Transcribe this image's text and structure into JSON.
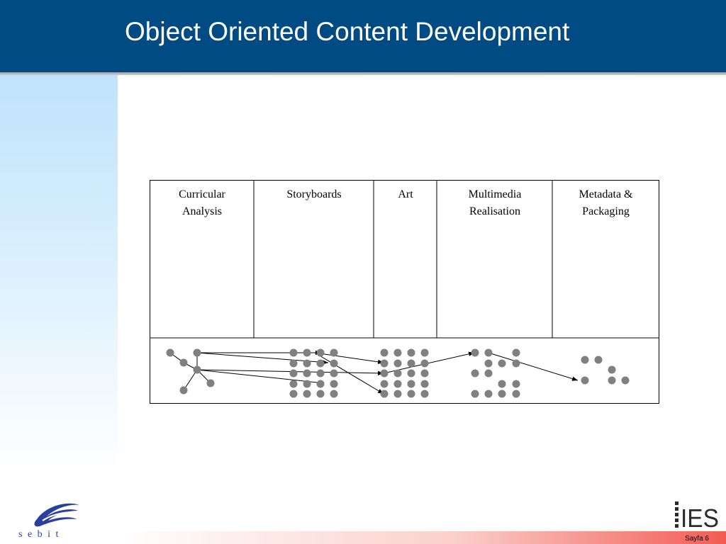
{
  "slide": {
    "title": "Object Oriented Content Development",
    "page_number": "Sayfa 6"
  },
  "table": {
    "columns": [
      {
        "label_line1": "Curricular",
        "label_line2": "Analysis"
      },
      {
        "label_line1": "Storyboards",
        "label_line2": ""
      },
      {
        "label_line1": "Art",
        "label_line2": ""
      },
      {
        "label_line1": "Multimedia",
        "label_line2": "Realisation"
      },
      {
        "label_line1": "Metadata &",
        "label_line2": "Packaging"
      }
    ]
  },
  "logos": {
    "left": {
      "text": "s e b i t"
    },
    "right": {
      "text": "IES"
    }
  },
  "colors": {
    "header": "#004b84",
    "node": "#808080",
    "bottom_accent": "#f25c54"
  }
}
